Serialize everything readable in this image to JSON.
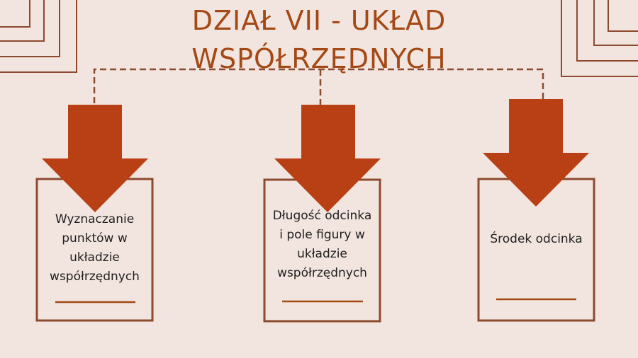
{
  "title": {
    "line1": "DZIAŁ VII - UKŁAD",
    "line2": "WSPÓŁRZĘDNYCH"
  },
  "cards": [
    {
      "label": "Wyznaczanie punktów w układzie współrzędnych"
    },
    {
      "label": "Długość odcinka i pole figury w układzie współrzędnych"
    },
    {
      "label": "Środek odcinka"
    }
  ],
  "colors": {
    "background": "#f2e5df",
    "accent": "#a44815",
    "arrow": "#b84014",
    "frame": "#8c4a2f",
    "underline": "#a44815"
  },
  "icons": {
    "arrow": "down-arrow-icon",
    "corner_decoration": "nested-corner-lines"
  }
}
